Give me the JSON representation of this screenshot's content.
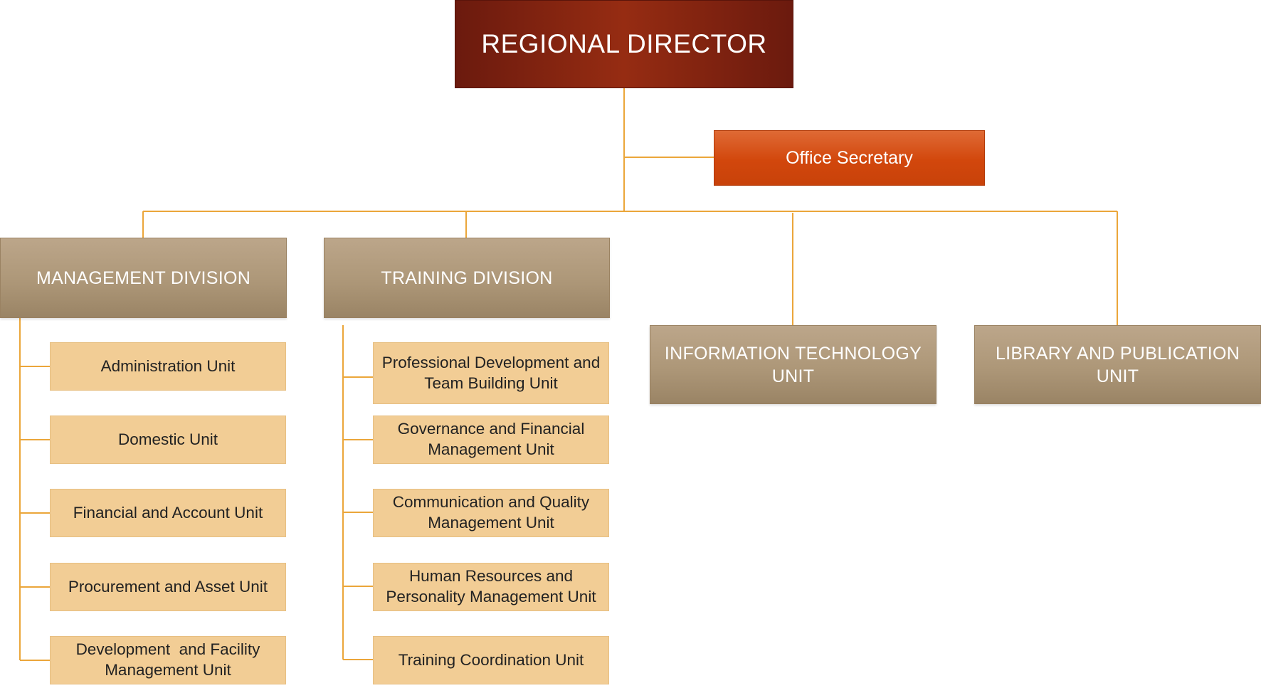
{
  "title": "REGIONAL DIRECTOR",
  "office_secretary": "Office Secretary",
  "management_division": {
    "label": "MANAGEMENT DIVISION",
    "units": [
      "Administration Unit",
      "Domestic Unit",
      "Financial and Account Unit",
      "Procurement and Asset Unit",
      "Development  and Facility Management Unit"
    ]
  },
  "training_division": {
    "label": "TRAINING DIVISION",
    "units": [
      "Professional Development and Team Building Unit",
      "Governance and Financial Management Unit",
      "Communication and Quality Management Unit",
      "Human Resources and Personality Management Unit",
      "Training Coordination Unit"
    ]
  },
  "it_unit": "INFORMATION TECHNOLOGY UNIT",
  "library_unit": "LIBRARY AND PUBLICATION UNIT",
  "colors": {
    "connector": "#eba63a",
    "director": "#962c12",
    "secretary": "#d2470c",
    "division": "#ad9778",
    "unit": "#f2cd95"
  }
}
